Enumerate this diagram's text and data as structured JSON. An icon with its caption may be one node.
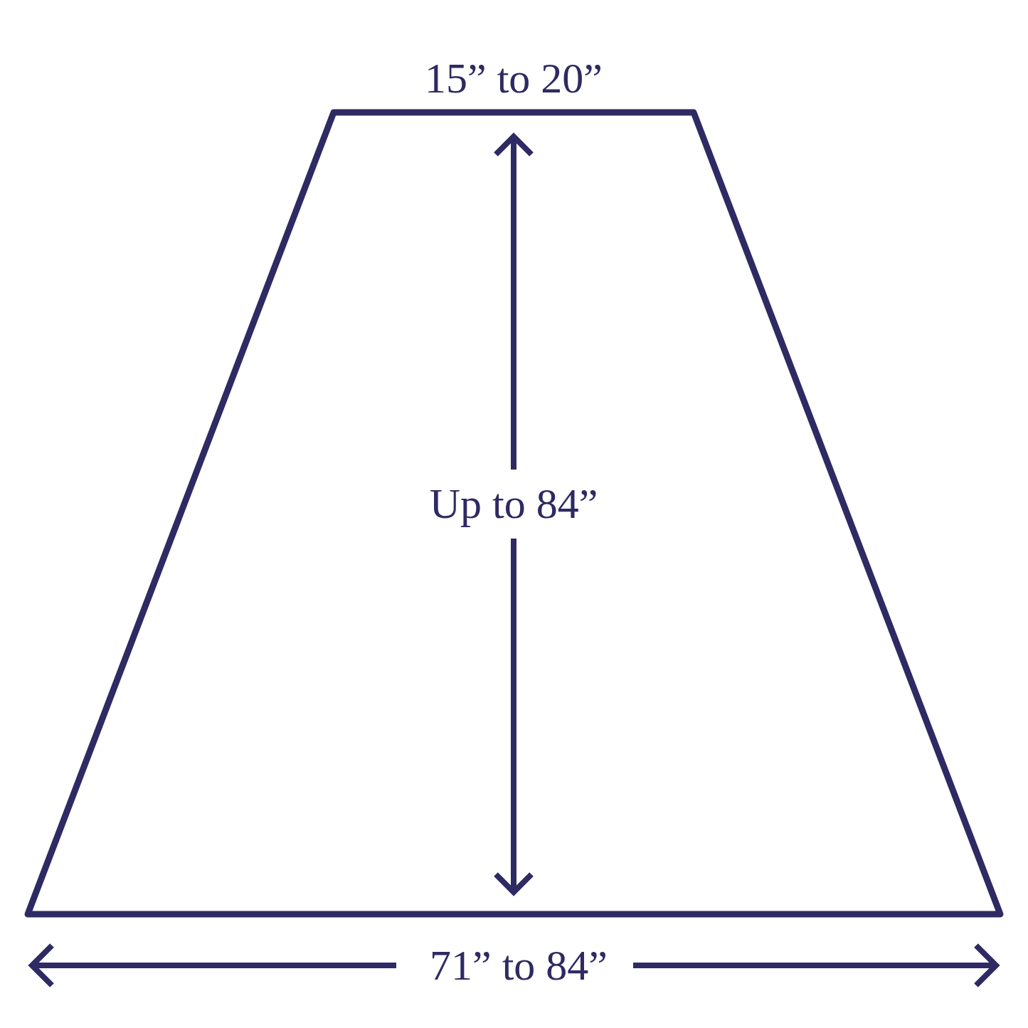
{
  "diagram": {
    "labels": [
      "15” to 20”",
      "Up to 84”",
      "71” to 84”"
    ]
  }
}
